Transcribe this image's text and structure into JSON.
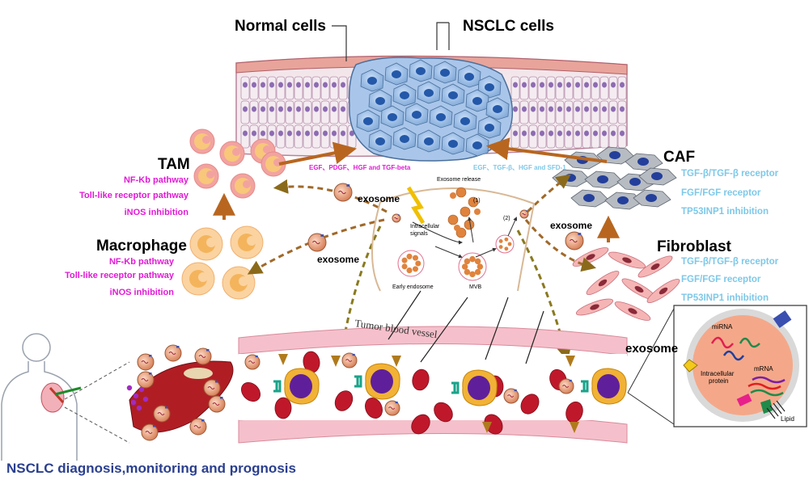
{
  "labels": {
    "normal_cells": "Normal cells",
    "nsclc_cells": "NSCLC cells",
    "tam": "TAM",
    "macrophage": "Macrophage",
    "caf": "CAF",
    "fibroblast": "Fibroblast",
    "tumor_blood_vessel": "Tumor blood vessel",
    "exosome": "exosome"
  },
  "tam_pathways": [
    "NF-Kb pathway",
    "Toll-like receptor pathway",
    "iNOS inhibition"
  ],
  "macrophage_pathways": [
    "NF-Kb pathway",
    "Toll-like receptor pathway",
    "iNOS inhibition"
  ],
  "caf_receptors": [
    "TGF-β/TGF-β receptor",
    "FGF/FGF receptor",
    "TP53INP1 inhibition"
  ],
  "fibroblast_receptors": [
    "TGF-β/TGF-β receptor",
    "FGF/FGF receptor",
    "TP53INP1 inhibition"
  ],
  "factors": {
    "left": "EGF、PDGF、HGF and TGF-beta",
    "right": "EGF、TGF-β、HGF and SFD-1"
  },
  "biogenesis": {
    "exosome_release": "Exosome release",
    "intracellular_signals": "Intracellular signals",
    "early_endosome": "Early endosome",
    "mvb": "MVB",
    "step1": "(1)",
    "step2": "(2)"
  },
  "exosome_detail": {
    "mirna": "miRNA",
    "mrna": "mRNA",
    "intracellular_protein": "Intracellular protein",
    "lipid": "Lipid"
  },
  "footer": "NSCLC diagnosis,monitoring and prognosis",
  "colors": {
    "magenta_text": "#e11ad6",
    "cyan_text": "#7ec8e8",
    "arrow_brown": "#b8661f",
    "footer_blue": "#2a3f8f",
    "tumor_blue": "#8fb6e0",
    "exosome_orange": "#e69a6a"
  }
}
